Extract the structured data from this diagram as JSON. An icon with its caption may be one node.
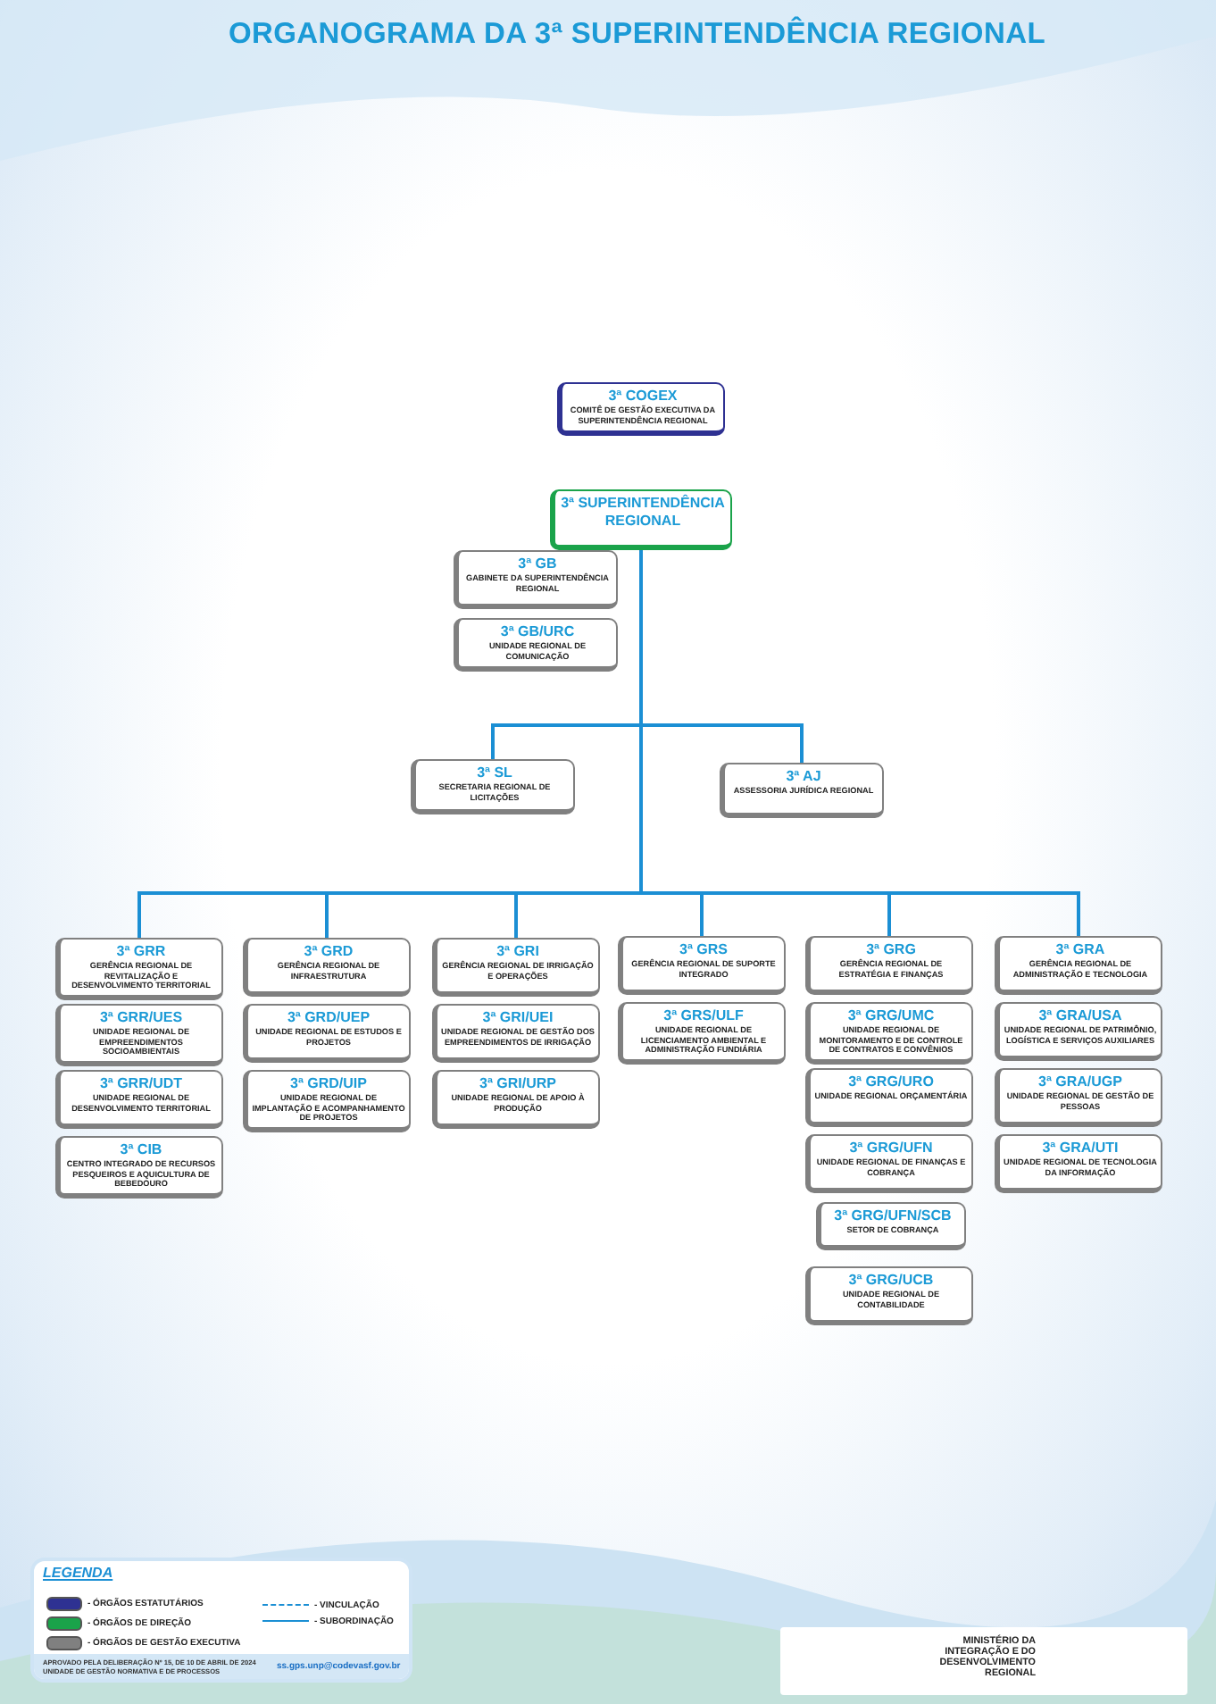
{
  "diagram": {
    "title": "ORGANOGRAMA DA 3ª SUPERINTENDÊNCIA REGIONAL",
    "nodes": [
      {
        "text": [
          "3ª COGEX",
          "COMITÊ DE GESTÃO EXECUTIVA DA SUPERINTENDÊNCIA REGIONAL"
        ]
      },
      {
        "text": [
          "3ª SUPERINTENDÊNCIA REGIONAL"
        ]
      },
      {
        "text": [
          "3ª GB",
          "GABINETE DA SUPERINTENDÊNCIA REGIONAL"
        ]
      },
      {
        "text": [
          "3ª GB/URC",
          "UNIDADE REGIONAL DE COMUNICAÇÃO"
        ]
      },
      {
        "text": [
          "3ª SL",
          "SECRETARIA REGIONAL DE LICITAÇÕES"
        ]
      },
      {
        "text": [
          "3ª AJ",
          "ASSESSORIA JURÍDICA REGIONAL"
        ]
      },
      {
        "text": [
          "3ª GRR",
          "GERÊNCIA REGIONAL DE REVITALIZAÇÃO E DESENVOLVIMENTO TERRITORIAL"
        ]
      },
      {
        "text": [
          "3ª GRR/UES",
          "UNIDADE REGIONAL DE EMPREENDIMENTOS SOCIOAMBIENTAIS"
        ]
      },
      {
        "text": [
          "3ª GRR/UDT",
          "UNIDADE REGIONAL DE DESENVOLVIMENTO TERRITORIAL"
        ]
      },
      {
        "text": [
          "3ª CIB",
          "CENTRO INTEGRADO DE RECURSOS PESQUEIROS E AQUICULTURA DE BEBEDOURO"
        ]
      },
      {
        "text": [
          "3ª GRD",
          "GERÊNCIA REGIONAL DE INFRAESTRUTURA"
        ]
      },
      {
        "text": [
          "3ª GRD/UEP",
          "UNIDADE REGIONAL DE ESTUDOS E PROJETOS"
        ]
      },
      {
        "text": [
          "3ª GRD/UIP",
          "UNIDADE REGIONAL DE IMPLANTAÇÃO E ACOMPANHAMENTO DE PROJETOS"
        ]
      },
      {
        "text": [
          "3ª GRI",
          "GERÊNCIA REGIONAL DE IRRIGAÇÃO E OPERAÇÕES"
        ]
      },
      {
        "text": [
          "3ª GRI/UEI",
          "UNIDADE REGIONAL DE GESTÃO DOS EMPREENDIMENTOS DE IRRIGAÇÃO"
        ]
      },
      {
        "text": [
          "3ª GRI/URP",
          "UNIDADE REGIONAL DE APOIO À PRODUÇÃO"
        ]
      },
      {
        "text": [
          "3ª GRS",
          "GERÊNCIA REGIONAL DE SUPORTE INTEGRADO"
        ]
      },
      {
        "text": [
          "3ª GRS/ULF",
          "UNIDADE REGIONAL DE LICENCIAMENTO AMBIENTAL E ADMINISTRAÇÃO FUNDIÁRIA"
        ]
      },
      {
        "text": [
          "3ª GRG",
          "GERÊNCIA REGIONAL DE ESTRATÉGIA E FINANÇAS"
        ]
      },
      {
        "text": [
          "3ª GRG/UMC",
          "UNIDADE REGIONAL DE MONITORAMENTO E DE CONTROLE DE CONTRATOS E CONVÊNIOS"
        ]
      },
      {
        "text": [
          "3ª GRG/URO",
          "UNIDADE REGIONAL ORÇAMENTÁRIA"
        ]
      },
      {
        "text": [
          "3ª GRG/UFN",
          "UNIDADE REGIONAL DE FINANÇAS E COBRANÇA"
        ]
      },
      {
        "text": [
          "3ª GRG/UFN/SCB",
          "SETOR DE COBRANÇA"
        ]
      },
      {
        "text": [
          "3ª GRG/UCB",
          "UNIDADE REGIONAL DE CONTABILIDADE"
        ]
      },
      {
        "text": [
          "3ª GRA",
          "GERÊNCIA REGIONAL DE ADMINISTRAÇÃO E TECNOLOGIA"
        ]
      },
      {
        "text": [
          "3ª GRA/USA",
          "UNIDADE REGIONAL DE PATRIMÔNIO, LOGÍSTICA E SERVIÇOS AUXILIARES"
        ]
      },
      {
        "text": [
          "3ª GRA/UGP",
          "UNIDADE REGIONAL DE GESTÃO DE PESSOAS"
        ]
      },
      {
        "text": [
          "3ª GRA/UTI",
          "UNIDADE REGIONAL DE TECNOLOGIA DA INFORMAÇÃO"
        ]
      }
    ],
    "edges": [
      {
        "from": 1,
        "to": 4,
        "arrow": "none"
      },
      {
        "from": 1,
        "to": 5,
        "arrow": "none"
      },
      {
        "from": 1,
        "to": 6,
        "arrow": "none"
      },
      {
        "from": 1,
        "to": 10,
        "arrow": "none"
      },
      {
        "from": 1,
        "to": 13,
        "arrow": "none"
      },
      {
        "from": 1,
        "to": 16,
        "arrow": "none"
      },
      {
        "from": 1,
        "to": 18,
        "arrow": "none"
      },
      {
        "from": 1,
        "to": 24,
        "arrow": "none"
      }
    ],
    "labels": [
      "LEGENDA",
      "APROVADO PELA DELIBERAÇÃO Nº 15, DE 10 DE ABRIL DE 2024",
      "UNIDADE DE GESTÃO NORMATIVA E DE PROCESSOS",
      "ss.gps.unp@codevasf.gov.br",
      "MINISTÉRIO DA INTEGRAÇÃO E DO DESENVOLVIMENTO REGIONAL"
    ],
    "legend": [
      {
        "text": "- ÓRGÃOS ESTATUTÁRIOS",
        "color": "#2e3192"
      },
      {
        "text": "- ÓRGÃOS DE DIREÇÃO",
        "color": "#1aa34a"
      },
      {
        "text": "- ÓRGÃOS DE GESTÃO EXECUTIVA",
        "color": "#808080"
      },
      {
        "text": "- VINCULAÇÃO"
      },
      {
        "text": "- SUBORDINAÇÃO"
      }
    ]
  }
}
